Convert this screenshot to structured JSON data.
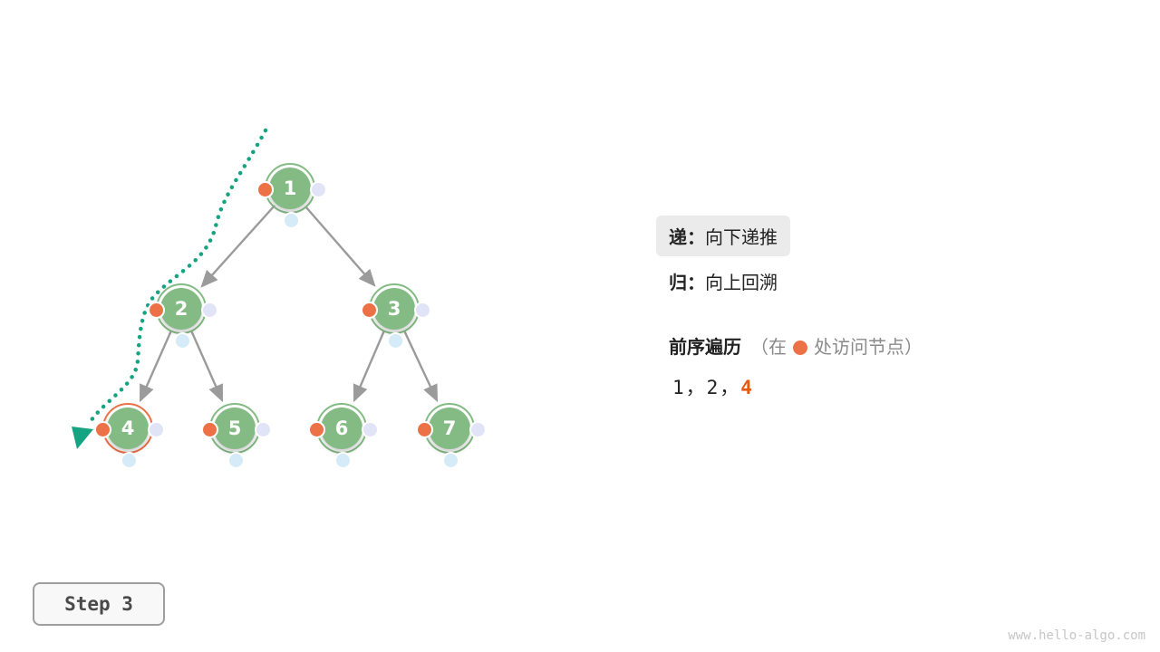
{
  "legend": {
    "di_bold": "递：",
    "di_text": "向下递推",
    "gui_bold": "归：",
    "gui_text": "向上回溯",
    "traversal_title": "前序遍历",
    "note_open": "（在",
    "note_close": "处访问节点）",
    "sequence_prefix": "1，2，",
    "sequence_current": "4"
  },
  "tree": {
    "nodes": [
      {
        "label": "1"
      },
      {
        "label": "2"
      },
      {
        "label": "3"
      },
      {
        "label": "4",
        "current": true
      },
      {
        "label": "5"
      },
      {
        "label": "6"
      },
      {
        "label": "7"
      }
    ],
    "edges": [
      [
        1,
        2
      ],
      [
        1,
        3
      ],
      [
        2,
        4
      ],
      [
        2,
        5
      ],
      [
        3,
        6
      ],
      [
        3,
        7
      ]
    ]
  },
  "step": {
    "label": "Step 3"
  },
  "footer": {
    "watermark": "www.hello-algo.com"
  },
  "colors": {
    "node_green": "#84BB84",
    "highlight_orange": "#ED7146",
    "sequence_orange": "#E75A10",
    "inorder_dot": "#E1E4F6",
    "postorder_dot": "#D5EBF7",
    "trace_teal": "#15A382",
    "edge_gray": "#9B9B9B",
    "legend_box_bg": "#EBEBEB"
  }
}
